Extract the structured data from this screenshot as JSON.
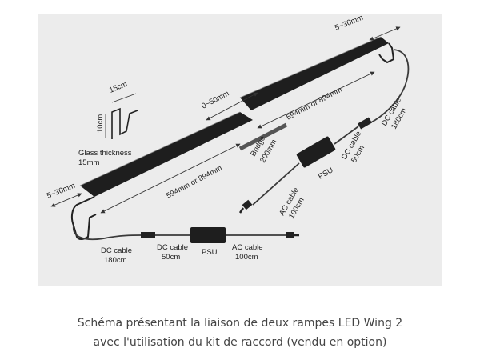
{
  "labels": {
    "gap_top": "5~30mm",
    "gap_bottom": "5~30mm",
    "length_top": "594mm or 894mm",
    "length_bottom": "594mm or 894mm",
    "gap_middle": "0~50mm",
    "bridge_line1": "Bridge",
    "bridge_line2": "200mm",
    "dim_15cm": "15cm",
    "dim_10cm": "10cm",
    "glass_line1": "Glass thickness",
    "glass_line2": "15mm",
    "dc_cable_180_label": "DC cable",
    "dc_cable_180_value": "180cm",
    "dc_cable_50_label": "DC cable",
    "dc_cable_50_value": "50cm",
    "psu": "PSU",
    "ac_cable_label": "AC cable",
    "ac_cable_value": "100cm",
    "r_dc_cable_180_label": "DC cable",
    "r_dc_cable_180_value": "180cm",
    "r_dc_cable_50_label": "DC cable",
    "r_dc_cable_50_value": "50cm",
    "r_psu": "PSU",
    "r_ac_cable_label": "AC cable",
    "r_ac_cable_value": "100cm"
  },
  "caption": {
    "line1": "Schéma présentant la liaison de deux rampes LED Wing 2",
    "line2": "avec l'utilisation du kit de raccord (vendu en option)"
  },
  "colors": {
    "background": "#ececec",
    "bar": "#1e1e1e",
    "cable": "#3a3a3a",
    "text": "#222222"
  }
}
